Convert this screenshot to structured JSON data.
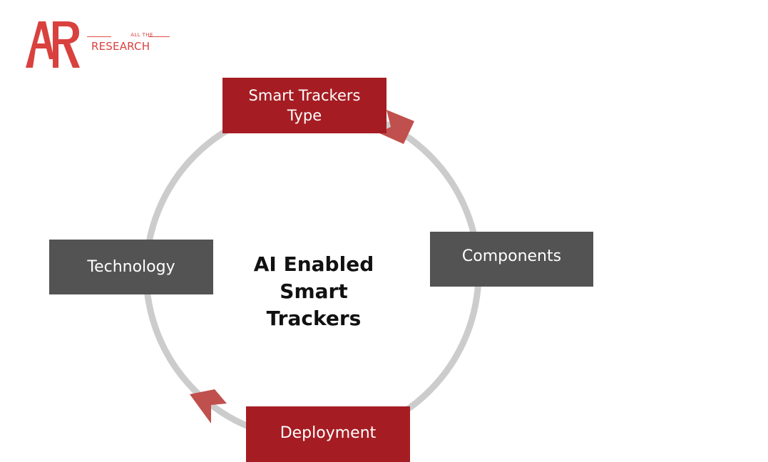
{
  "logo": {
    "mark": "AR",
    "top_text": "ALL THE",
    "bottom_text": "RESEARCH"
  },
  "diagram": {
    "center_lines": [
      "AI Enabled",
      "Smart",
      "Trackers"
    ],
    "nodes": {
      "top": {
        "lines": [
          "Smart Trackers",
          "Type"
        ]
      },
      "right": {
        "label": "Components"
      },
      "left": {
        "label": "Technology"
      },
      "bottom": {
        "label": "Deployment"
      }
    }
  },
  "colors": {
    "red_box": "#a51d23",
    "gray_box": "#535353",
    "ring": "#cccccc",
    "arrow": "#c0504d",
    "logo": "#d9413e"
  }
}
